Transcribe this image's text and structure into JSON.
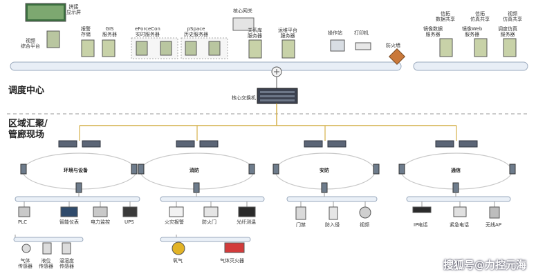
{
  "center": {
    "title": "调度中心",
    "video_wall": "拼接\n显示屏",
    "monitor_platform": "视频\n综合平台",
    "items": [
      "报警\n存储",
      "GIS\n服务器",
      "eForceCon\n实时服务器",
      "pSpace\n历史服务器",
      "核心网关",
      "关系库\n服务器",
      "运维平台\n服务器",
      "操作站",
      "打印机",
      "防火墙"
    ],
    "right_items": [
      "信拓\n数据共享",
      "信拓\n仿真共享",
      "视频\n仿真共享",
      "镜像数据\n服务器",
      "镜像Web\n服务器",
      "调度仿真\n服务器"
    ],
    "core_switch": "核心交换机"
  },
  "field": {
    "title": "区域汇聚/\n管廊现场",
    "groups": [
      {
        "name": "环境与设备",
        "devices": [
          "PLC",
          "智能仪表",
          "电力监控",
          "UPS"
        ],
        "sub": [
          "气体\n传感器",
          "液位\n传感器",
          "温湿度\n传感器"
        ]
      },
      {
        "name": "消防",
        "devices": [
          "火灾报警",
          "防火门",
          "光纤测温"
        ],
        "sub": [
          "氧气",
          "气体灭火器"
        ]
      },
      {
        "name": "安防",
        "devices": [
          "门禁",
          "防入侵",
          "视频"
        ],
        "sub": []
      },
      {
        "name": "通信",
        "devices": [
          "IP电话",
          "紧急电话",
          "无线AP"
        ],
        "sub": []
      }
    ]
  },
  "watermark": "搜狐号@力控元海"
}
